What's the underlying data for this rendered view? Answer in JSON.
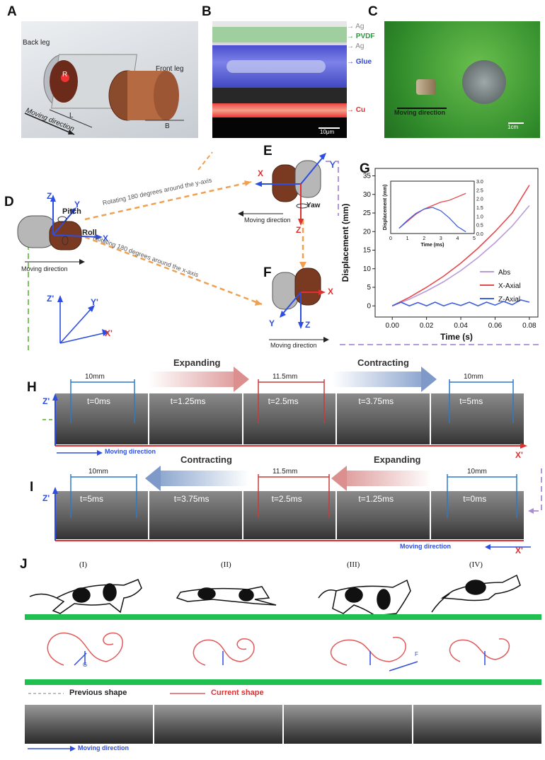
{
  "panels": {
    "A": "A",
    "B": "B",
    "C": "C",
    "D": "D",
    "E": "E",
    "F": "F",
    "G": "G",
    "H": "H",
    "I": "I",
    "J": "J"
  },
  "panelA": {
    "back_leg": "Back leg",
    "front_leg": "Front leg",
    "L": "L",
    "B": "B",
    "R": "R",
    "moving": "Moving direction"
  },
  "panelB": {
    "layers": [
      "Ag",
      "PVDF",
      "Ag",
      "Glue",
      "Cu"
    ],
    "scale": "10μm"
  },
  "panelC": {
    "moving": "Moving direction",
    "scale": "1cm"
  },
  "panelD": {
    "pitch": "Pitch",
    "roll": "Roll",
    "x": "X",
    "y": "Y",
    "z": "Z",
    "moving": "Moving direction",
    "rot_y": "Rotating 180 degrees around the y-axis",
    "rot_x": "Rotating 180 degrees around the x-axis",
    "xp": "X'",
    "yp": "Y'",
    "zp": "Z'"
  },
  "panelE": {
    "x": "X",
    "y": "Y",
    "z": "Z",
    "yaw": "Yaw",
    "moving": "Moving direction"
  },
  "panelF": {
    "x": "X",
    "y": "Y",
    "z": "Z",
    "moving": "Moving direction"
  },
  "chart_data": {
    "type": "line",
    "xlabel": "Time (s)",
    "ylabel": "Displacement (mm)",
    "xlim": [
      -0.01,
      0.085
    ],
    "ylim": [
      -3,
      37
    ],
    "xticks": [
      "0.00",
      "0.02",
      "0.04",
      "0.06",
      "0.08"
    ],
    "yticks": [
      "0",
      "5",
      "10",
      "15",
      "20",
      "25",
      "30",
      "35"
    ],
    "legend": "bottom-right",
    "series": [
      {
        "name": "Abs",
        "color": "#b89cd8",
        "x": [
          0,
          0.01,
          0.02,
          0.03,
          0.04,
          0.05,
          0.06,
          0.07,
          0.08
        ],
        "y": [
          0,
          1.8,
          4,
          6.5,
          9.5,
          13,
          17,
          21.5,
          27
        ]
      },
      {
        "name": "X-Axial",
        "color": "#e8474c",
        "x": [
          0,
          0.01,
          0.02,
          0.03,
          0.04,
          0.05,
          0.06,
          0.07,
          0.08
        ],
        "y": [
          0,
          2.3,
          5,
          8,
          11.5,
          15.5,
          20,
          25,
          32.5
        ]
      },
      {
        "name": "Z-Axial",
        "color": "#3e5fe0",
        "x": [
          0,
          0.005,
          0.01,
          0.015,
          0.02,
          0.025,
          0.03,
          0.035,
          0.04,
          0.045,
          0.05,
          0.055,
          0.06,
          0.065,
          0.07,
          0.075,
          0.08
        ],
        "y": [
          0,
          1,
          0,
          0.9,
          0,
          1,
          0,
          0.8,
          0.1,
          1,
          0,
          1,
          0.2,
          1.2,
          0.3,
          1.6,
          1
        ]
      }
    ],
    "inset": {
      "xlabel": "Time (ms)",
      "ylabel": "Displacement (mm)",
      "xticks": [
        "0",
        "1",
        "2",
        "3",
        "4",
        "5"
      ],
      "yticks": [
        "0.0",
        "0.5",
        "1.0",
        "1.5",
        "2.0",
        "2.5",
        "3.0"
      ],
      "series": [
        {
          "name": "X-Axial",
          "color": "#e8474c",
          "x": [
            0.5,
            1,
            1.5,
            2,
            2.5,
            3,
            3.5,
            4,
            4.5
          ],
          "y": [
            0.3,
            0.7,
            1.1,
            1.4,
            1.6,
            1.8,
            1.9,
            2.1,
            2.3
          ]
        },
        {
          "name": "Z-Axial",
          "color": "#3e5fe0",
          "x": [
            0.5,
            1,
            1.5,
            2,
            2.5,
            3,
            3.5,
            4,
            4.5
          ],
          "y": [
            0.3,
            0.75,
            1.15,
            1.4,
            1.5,
            1.3,
            0.9,
            0.4,
            0.1
          ]
        }
      ]
    }
  },
  "panelH": {
    "left_dim": "10mm",
    "mid_dim": "11.5mm",
    "right_dim": "10mm",
    "expanding": "Expanding",
    "contracting": "Contracting",
    "frames": [
      "t=0ms",
      "t=1.25ms",
      "t=2.5ms",
      "t=3.75ms",
      "t=5ms"
    ],
    "zp": "Z'",
    "xp": "X'",
    "moving": "Moving direction"
  },
  "panelI": {
    "left_dim": "10mm",
    "mid_dim": "11.5mm",
    "right_dim": "10mm",
    "expanding": "Expanding",
    "contracting": "Contracting",
    "frames": [
      "t=5ms",
      "t=3.75ms",
      "t=2.5ms",
      "t=1.25ms",
      "t=0ms"
    ],
    "zp": "Z'",
    "xp": "X'",
    "moving": "Moving direction"
  },
  "panelJ": {
    "gaits": [
      "(I)",
      "(II)",
      "(III)",
      "(IV)"
    ],
    "previous": "Previous shape",
    "current": "Current shape",
    "moving": "Moving direction",
    "g": "G",
    "f": "F"
  }
}
